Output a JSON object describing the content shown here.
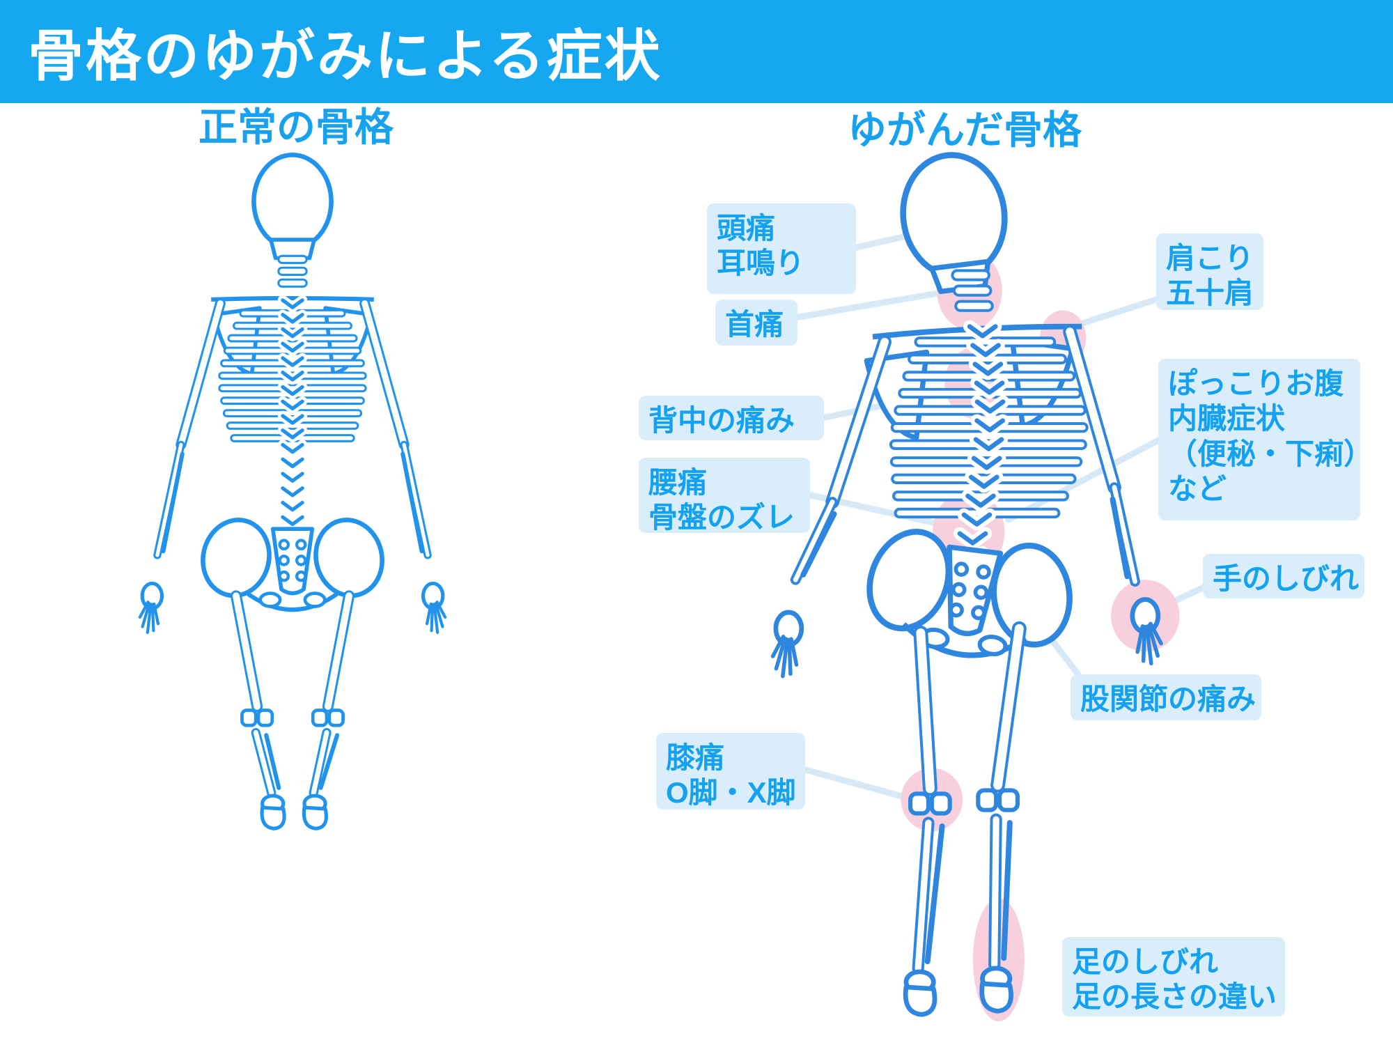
{
  "title": "骨格のゆがみによる症状",
  "figures": {
    "normal": {
      "heading": "正常の骨格"
    },
    "distorted": {
      "heading": "ゆがんだ骨格"
    }
  },
  "symptom_labels": [
    {
      "id": "headache",
      "lines": [
        "頭痛",
        "耳鳴り"
      ]
    },
    {
      "id": "neck-pain",
      "lines": [
        "首痛"
      ]
    },
    {
      "id": "shoulder",
      "lines": [
        "肩こり",
        "五十肩"
      ]
    },
    {
      "id": "back-pain",
      "lines": [
        "背中の痛み"
      ]
    },
    {
      "id": "belly",
      "lines": [
        "ぽっこりお腹",
        "内臓症状",
        "（便秘・下痢）",
        "など"
      ]
    },
    {
      "id": "low-back",
      "lines": [
        "腰痛",
        "骨盤のズレ"
      ]
    },
    {
      "id": "hand-numbness",
      "lines": [
        "手のしびれ"
      ]
    },
    {
      "id": "hip-pain",
      "lines": [
        "股関節の痛み"
      ]
    },
    {
      "id": "knee-pain",
      "lines": [
        "膝痛",
        "O脚・X脚"
      ]
    },
    {
      "id": "foot",
      "lines": [
        "足のしびれ",
        "足の長さの違い"
      ]
    }
  ],
  "colors": {
    "banner_blue": "#15A8F0",
    "heading_blue": "#18A1EF",
    "label_bg": "#D9EDFB",
    "label_text": "#14A1EF",
    "skeleton_blue": "#2193EC",
    "distorted_skeleton_blue": "#2F86DF",
    "highlight_pink": "#F8CFDC",
    "leader_line": "#D7E9F7"
  }
}
